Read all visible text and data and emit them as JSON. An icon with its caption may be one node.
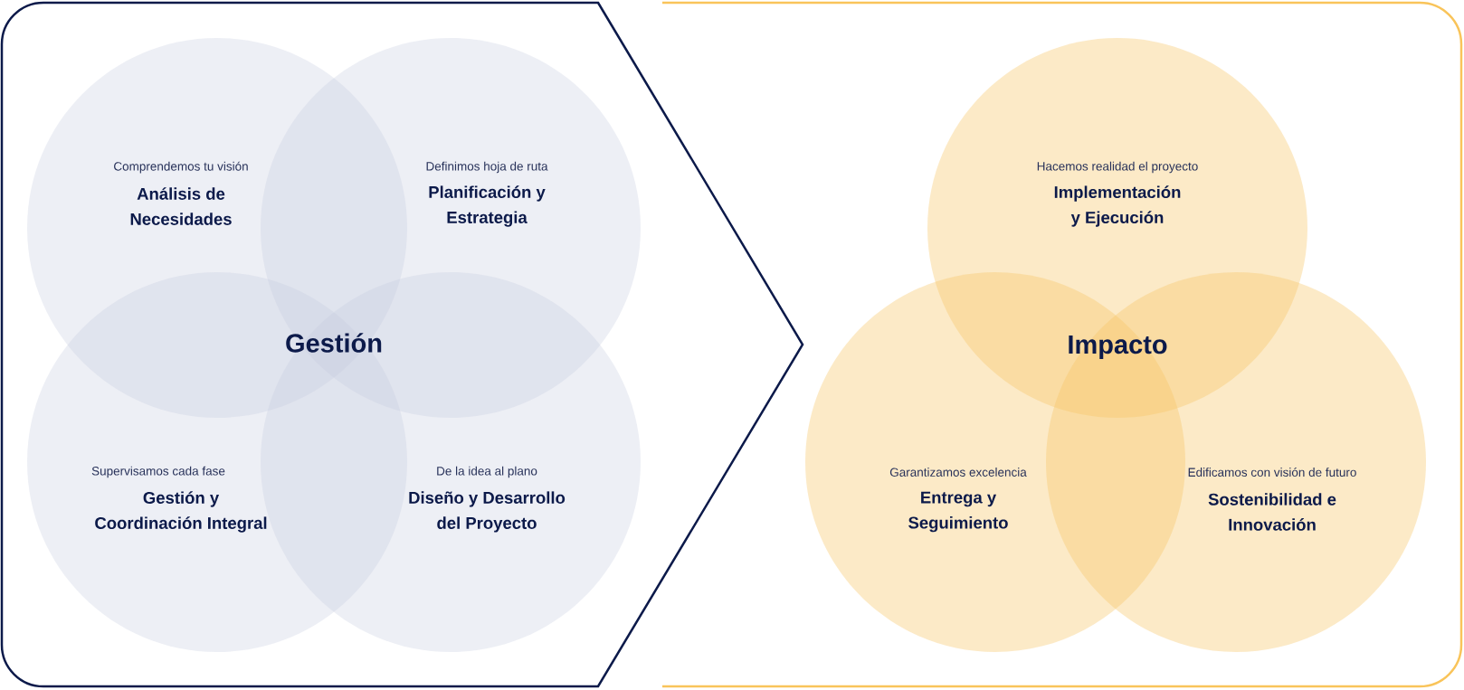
{
  "diagram": {
    "nodes": [
      {
        "text": [],
        "shape": "chevron"
      },
      {
        "text": [
          "Comprendemos tu visión",
          "Análisis de Necesidades"
        ],
        "in": 0
      },
      {
        "text": [
          "Definimos hoja de ruta",
          "Planificación y Estrategia"
        ],
        "in": 0
      },
      {
        "text": [
          "Gestión"
        ]
      },
      {
        "text": [
          "Supervisamos cada fase",
          "Gestión y Coordinación Integral"
        ],
        "in": 0
      },
      {
        "text": [
          "De la idea al plano",
          "Diseño y Desarrollo del Proyecto"
        ],
        "in": 0
      },
      {
        "text": [],
        "shape": "box"
      },
      {
        "text": [
          "Hacemos realidad el proyecto",
          "Implementación y Ejecución"
        ],
        "in": 6
      },
      {
        "text": [
          "Impacto"
        ]
      },
      {
        "text": [
          "Garantizamos excelencia",
          "Entrega y Seguimiento"
        ],
        "in": 6
      },
      {
        "text": [
          "Edificamos con visión de futuro",
          "Sostenibilidad e Innovación"
        ],
        "in": 6
      }
    ]
  }
}
